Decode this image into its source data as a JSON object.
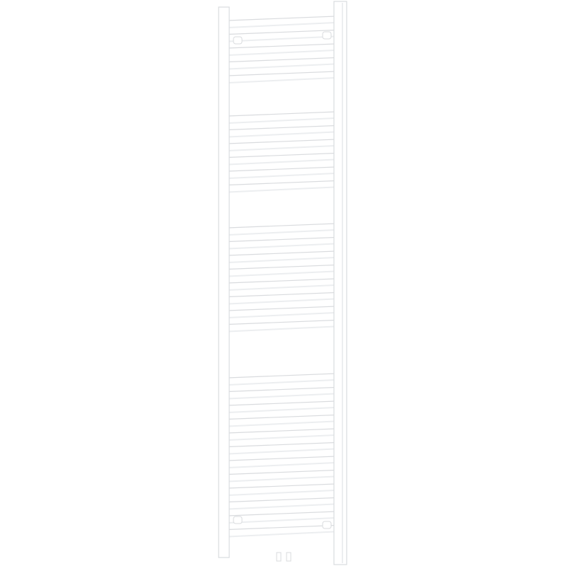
{
  "product": {
    "type": "towel-radiator",
    "color": "#ffffff",
    "outline_color": "#d9dbde",
    "shade_color": "#eceef0",
    "bar_groups": [
      5,
      6,
      8,
      12
    ]
  }
}
